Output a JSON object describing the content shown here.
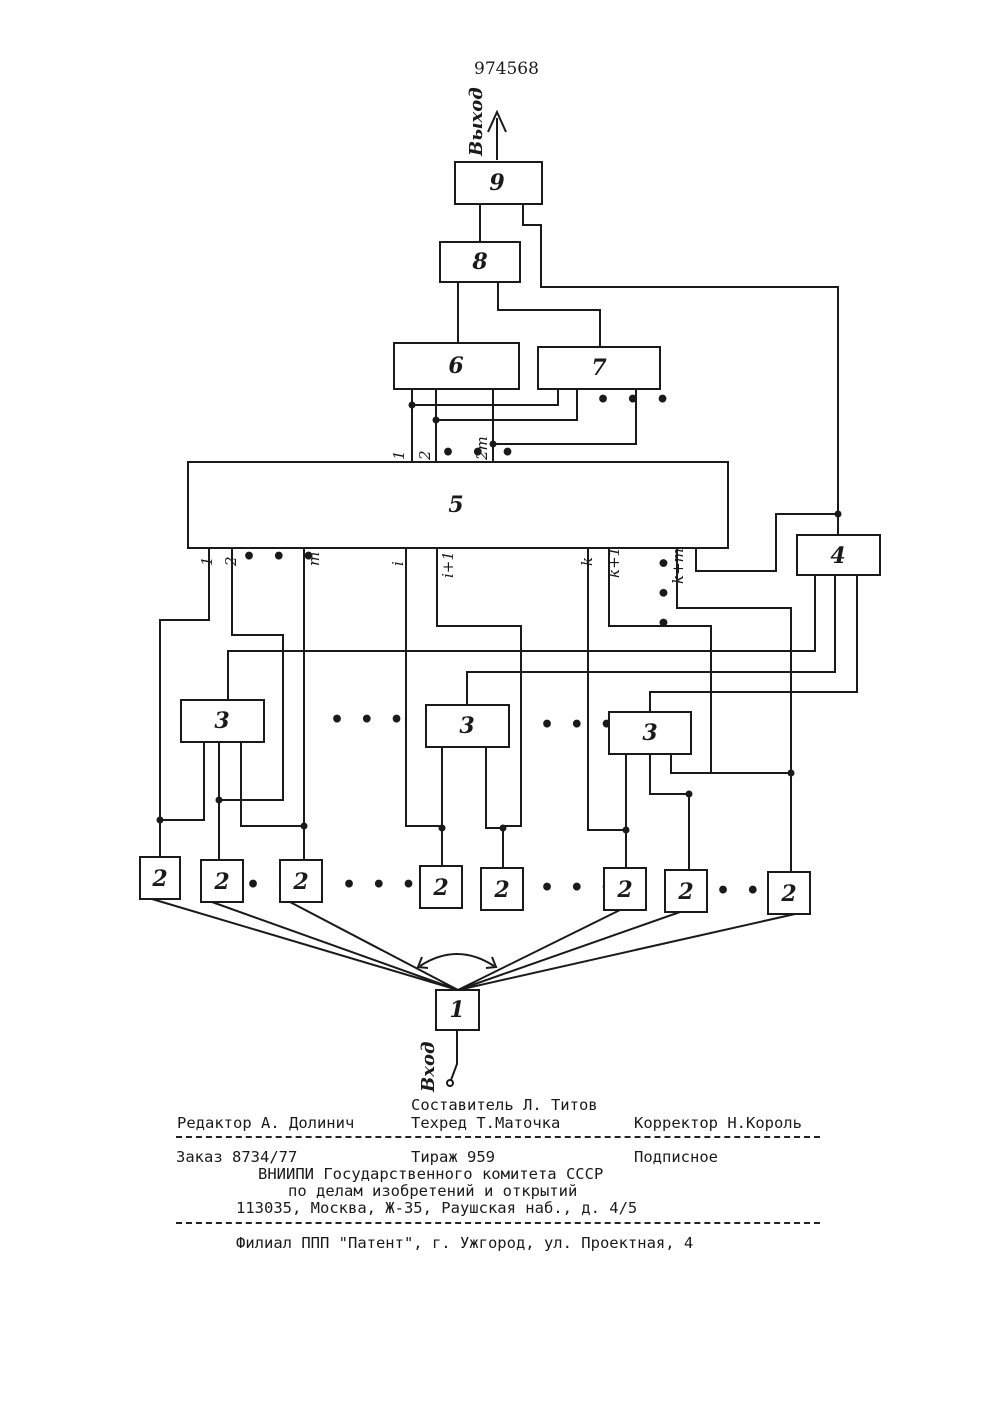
{
  "patent_number": "974568",
  "diagram": {
    "output_label": "Выход",
    "input_label": "Вход",
    "blocks": [
      "1",
      "2",
      "3",
      "4",
      "5",
      "6",
      "7",
      "8",
      "9"
    ],
    "bus5_top_pins": [
      "1",
      "2",
      "2m"
    ],
    "bus5_bottom_pins": [
      "1",
      "2",
      "m",
      "i",
      "i+1",
      "k",
      "k+1",
      "k+m"
    ],
    "ellipsis": "• • •"
  },
  "imprint": {
    "composer": "Составитель Л. Титов",
    "editor": "Редактор А. Долинич",
    "techred": "Техред Т.Маточка",
    "corrector": "Корректор Н.Король",
    "order": "Заказ 8734/77",
    "circulation": "Тираж 959",
    "subscription": "Подписное",
    "org_line1": "ВНИИПИ Государственного комитета СССР",
    "org_line2": "по делам изобретений и открытий",
    "org_address": "113035, Москва, Ж-35, Раушская наб., д. 4/5",
    "branch": "Филиал ППП \"Патент\", г. Ужгород, ул. Проектная, 4"
  }
}
